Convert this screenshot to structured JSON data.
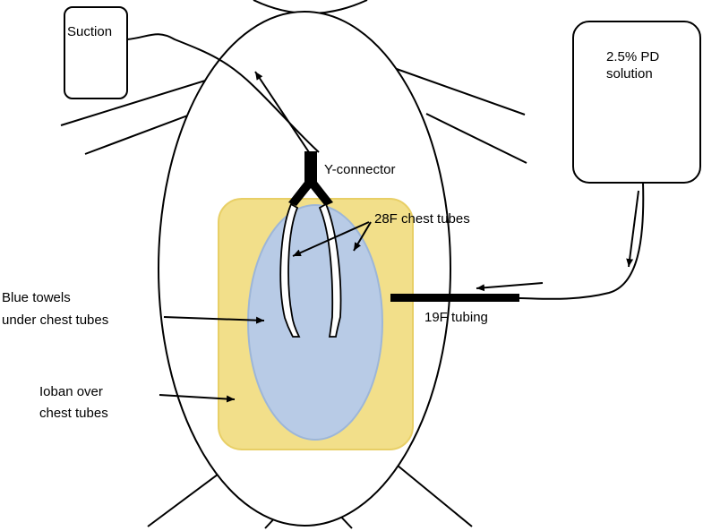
{
  "labels": {
    "suction": "Suction",
    "pd_solution_line1": "2.5% PD",
    "pd_solution_line2": "solution",
    "y_connector": "Y-connector",
    "chest_tubes": "28F chest tubes",
    "blue_towels_line1": "Blue towels",
    "blue_towels_line2": "under chest tubes",
    "ioban_line1": "Ioban over",
    "ioban_line2": "chest tubes",
    "tubing_19f": "19F tubing"
  },
  "colors": {
    "ioban_fill": "#f2df8a",
    "ioban_stroke": "#e8cf66",
    "towel_fill": "#b8cbe6",
    "towel_stroke": "#9db6d8",
    "line": "#000000"
  }
}
